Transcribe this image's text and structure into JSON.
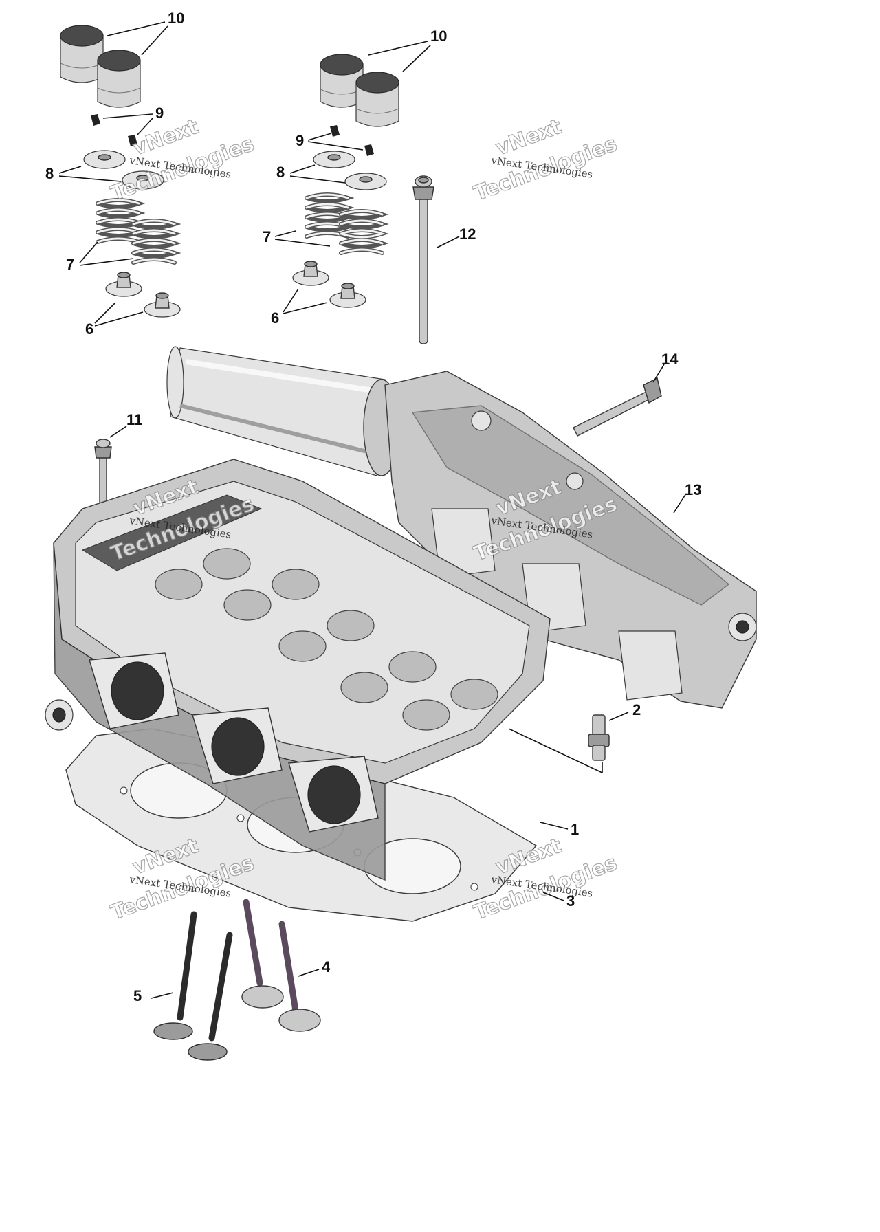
{
  "callouts": {
    "c1": "1",
    "c2": "2",
    "c3": "3",
    "c4": "4",
    "c5": "5",
    "c6a": "6",
    "c6b": "6",
    "c7a": "7",
    "c7b": "7",
    "c8a": "8",
    "c8b": "8",
    "c9a": "9",
    "c9b": "9",
    "c10a": "10",
    "c10b": "10",
    "c11": "11",
    "c12": "12",
    "c13": "13",
    "c14": "14"
  },
  "watermark": {
    "small": "vNext Technologies",
    "big_line1": "vNext",
    "big_line2": "Technologies"
  },
  "colors": {
    "metal": "#c9c9c9",
    "metal_dark": "#9b9b9b",
    "outline": "#3a3a3a",
    "background": "#ffffff"
  }
}
